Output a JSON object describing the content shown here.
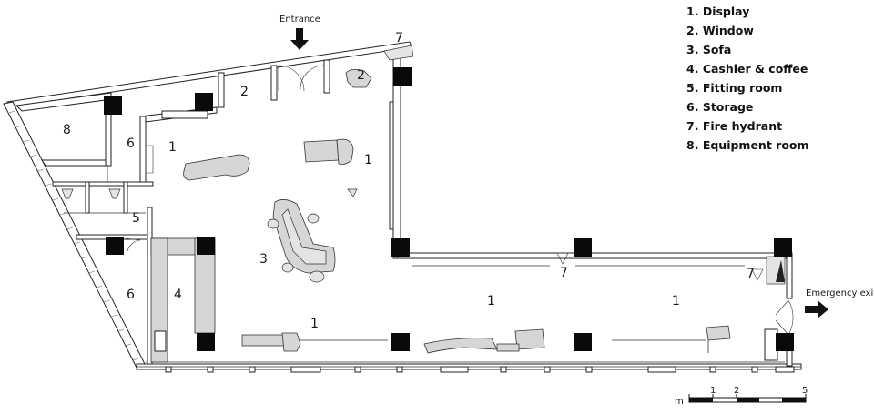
{
  "legend": [
    {
      "num": "1.",
      "text": "Display"
    },
    {
      "num": "2.",
      "text": "Window"
    },
    {
      "num": "3.",
      "text": "Sofa"
    },
    {
      "num": "4.",
      "text": "Cashier & coffee"
    },
    {
      "num": "5.",
      "text": "Fitting room"
    },
    {
      "num": "6.",
      "text": "Storage"
    },
    {
      "num": "7.",
      "text": "Fire hydrant"
    },
    {
      "num": "8.",
      "text": "Equipment room"
    }
  ],
  "labels": {
    "entrance": "Entrance",
    "emergency_exit": "Emergency exit",
    "n1": "1",
    "n2": "2",
    "n3": "3",
    "n4": "4",
    "n5": "5",
    "n6": "6",
    "n7": "7",
    "n8": "8"
  },
  "scale_bar": {
    "unit": "m",
    "t1": "1",
    "t2": "2",
    "t5": "5"
  }
}
